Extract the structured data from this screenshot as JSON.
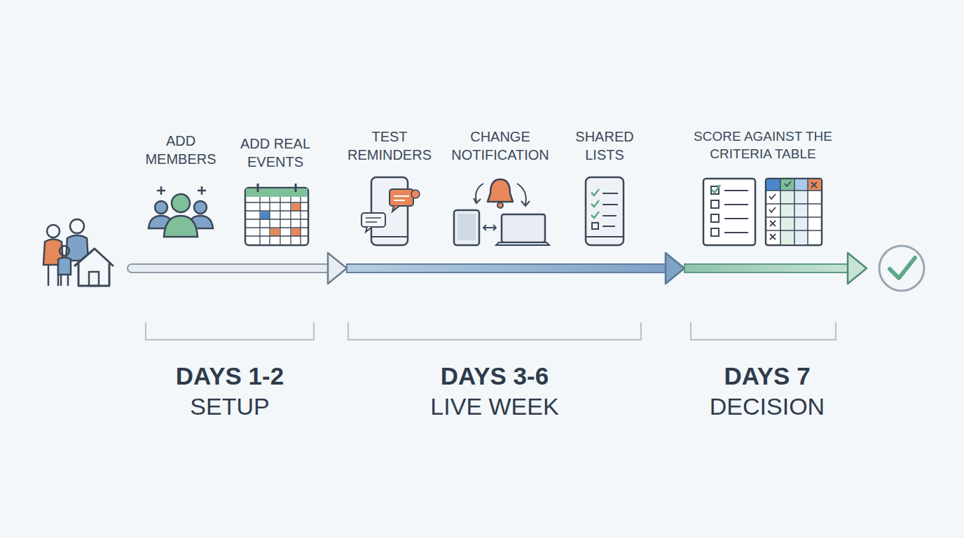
{
  "diagram": {
    "labels": [
      "ADD MEMBERS",
      "ADD REAL EVENTS",
      "TEST REMINDERS",
      "CHANGE NOTIFICATION",
      "SHARED LISTS",
      "SCORE AGAINST THE CRITERIA TABLE",
      "DAYS 1-2",
      "SETUP",
      "DAYS 3-6",
      "LIVE WEEK",
      "DAYS 7",
      "DECISION"
    ]
  }
}
